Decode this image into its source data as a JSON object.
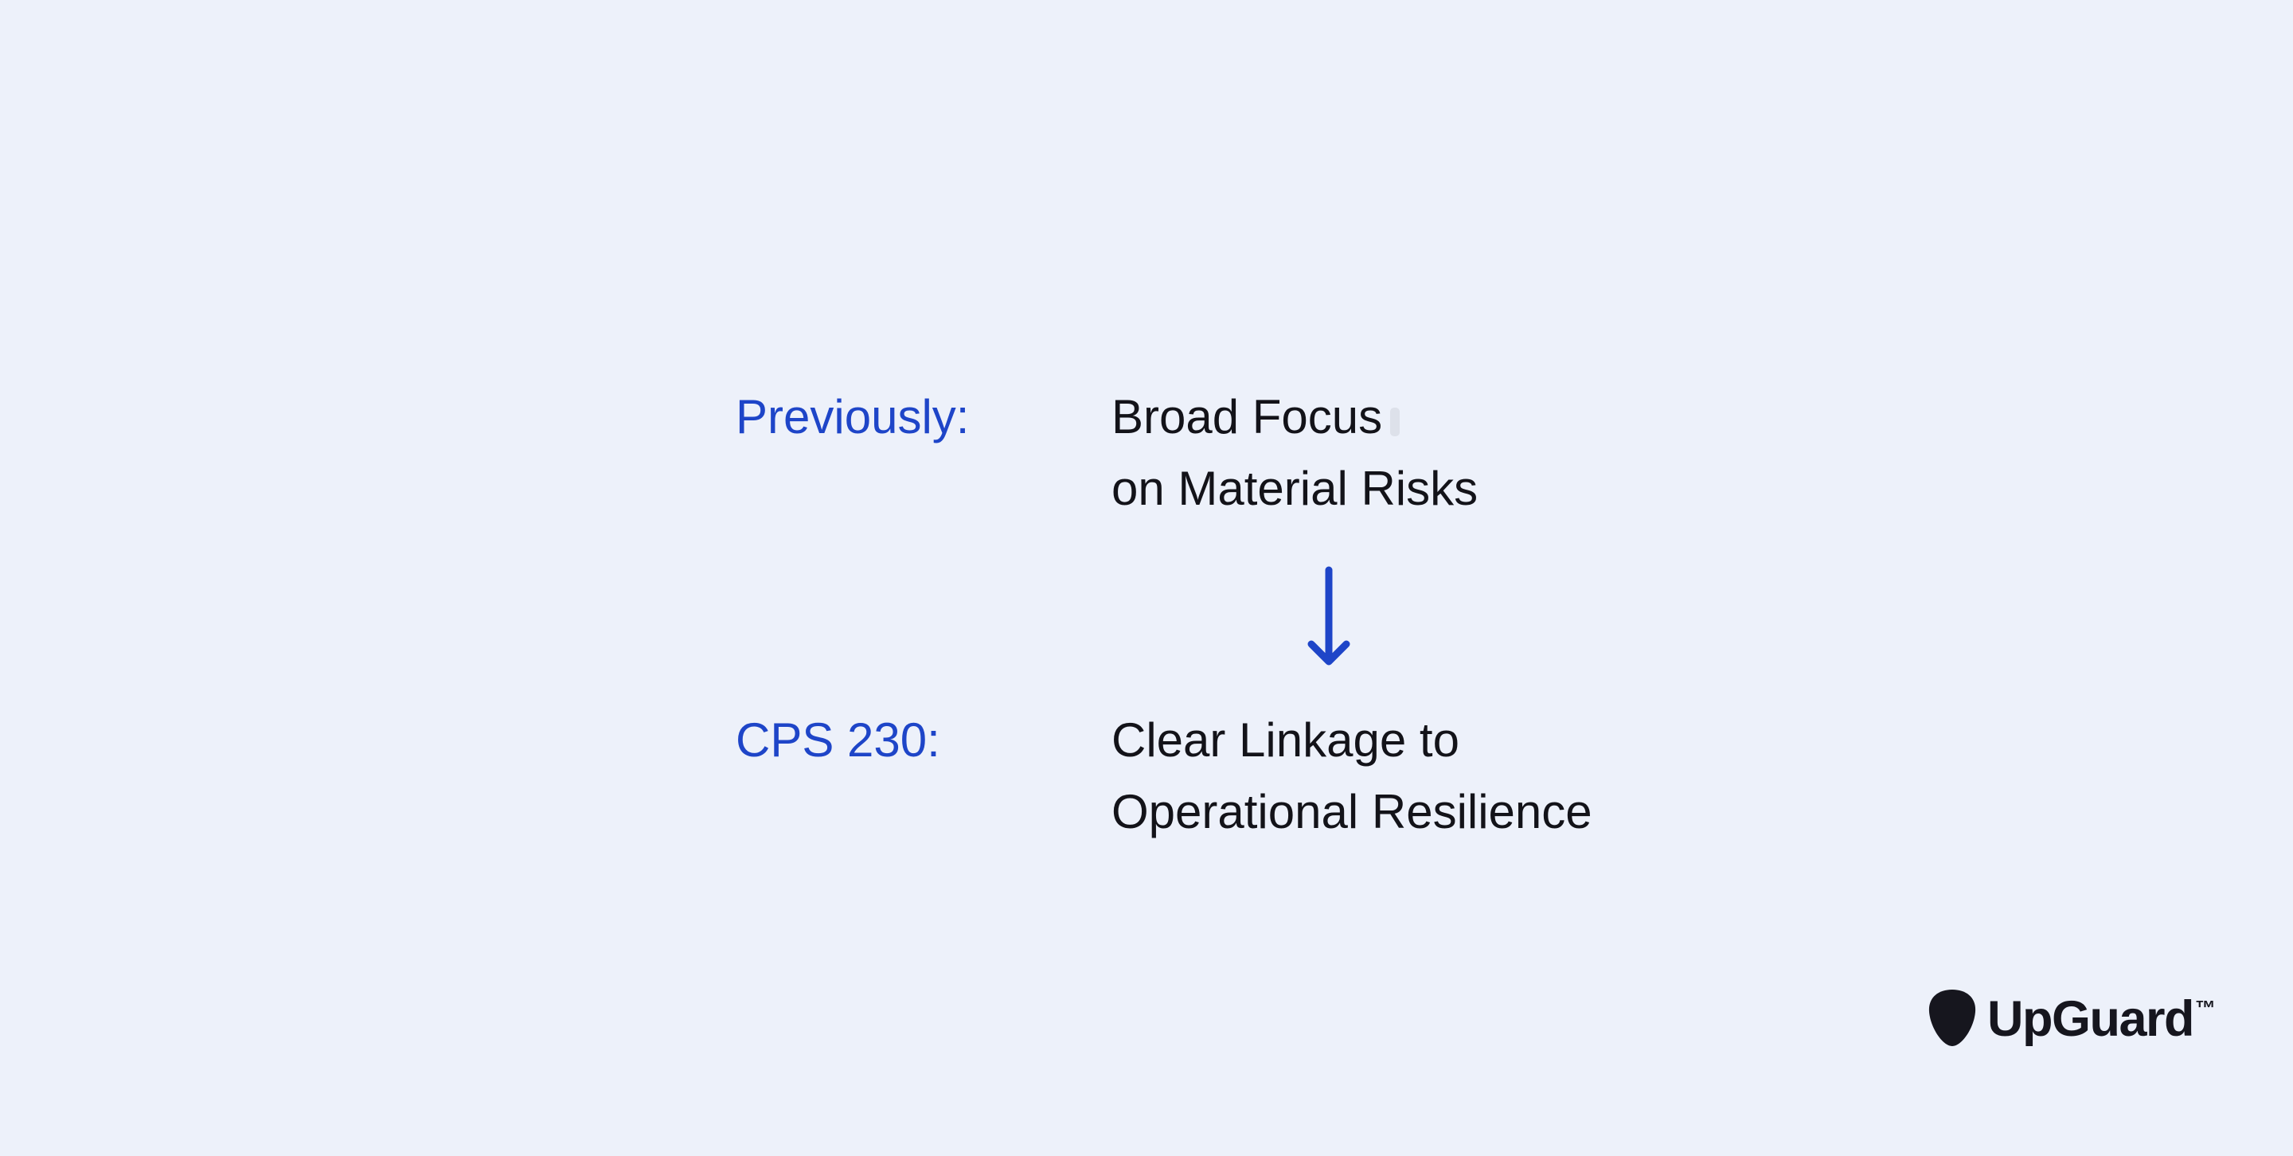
{
  "colors": {
    "bg": "#edf1fa",
    "accent": "#1e45c8",
    "text-dark": "#131319",
    "logo": "#16161e"
  },
  "comparison": {
    "rows": [
      {
        "label": "Previously:",
        "line1": "Broad Focus",
        "line2": "on Material Risks"
      },
      {
        "label": "CPS 230:",
        "line1": "Clear Linkage to",
        "line2": "Operational Resilience"
      }
    ],
    "arrow_icon": "down-arrow-icon",
    "arrow_direction": "down"
  },
  "branding": {
    "logo_icon": "upguard-pick-icon",
    "wordmark": "UpGuard",
    "trademark": "™"
  }
}
